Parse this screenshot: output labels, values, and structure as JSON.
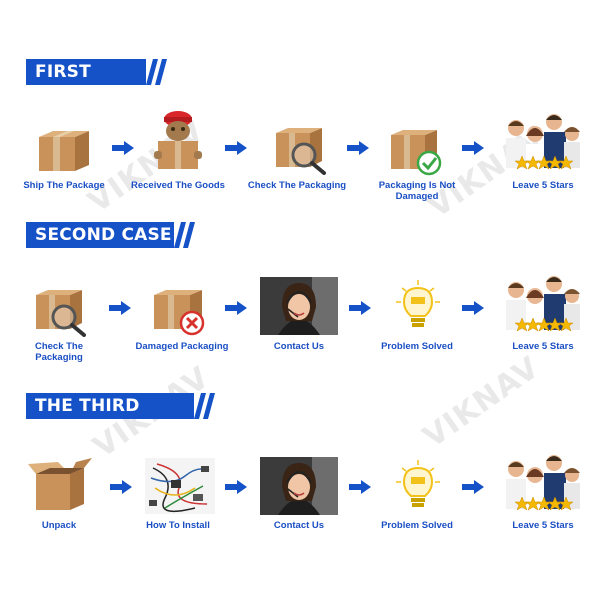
{
  "watermark": "VIKNAV",
  "accent_color": "#1552c8",
  "label_color": "#1a4fc4",
  "cases": [
    {
      "title": "FIRST CASE",
      "steps": [
        {
          "label": "Ship The Package",
          "icon": "cardboard-box-icon"
        },
        {
          "label": "Received The Goods",
          "icon": "courier-cat-with-box-icon"
        },
        {
          "label": "Check The Packaging",
          "icon": "box-magnifier-icon"
        },
        {
          "label": "Packaging Is Not Damaged",
          "icon": "box-checkmark-icon"
        },
        {
          "label": "Leave 5 Stars",
          "icon": "happy-people-five-stars-icon"
        }
      ]
    },
    {
      "title": "SECOND CASE",
      "steps": [
        {
          "label": "Check The Packaging",
          "icon": "box-magnifier-icon"
        },
        {
          "label": "Damaged Packaging",
          "icon": "box-cross-icon"
        },
        {
          "label": "Contact Us",
          "icon": "support-agent-headset-icon"
        },
        {
          "label": "Problem Solved",
          "icon": "idea-lightbulb-icon"
        },
        {
          "label": "Leave 5 Stars",
          "icon": "happy-people-five-stars-icon"
        }
      ]
    },
    {
      "title": "THE THIRD CASE",
      "steps": [
        {
          "label": "Unpack",
          "icon": "open-box-icon"
        },
        {
          "label": "How To Install",
          "icon": "wiring-harness-icon"
        },
        {
          "label": "Contact Us",
          "icon": "support-agent-headset-icon"
        },
        {
          "label": "Problem Solved",
          "icon": "idea-lightbulb-icon"
        },
        {
          "label": "Leave 5 Stars",
          "icon": "happy-people-five-stars-icon"
        }
      ]
    }
  ]
}
